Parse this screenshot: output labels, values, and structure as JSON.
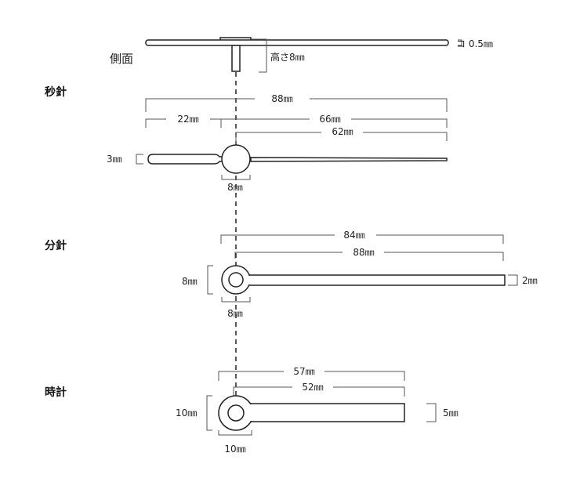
{
  "side_view": {
    "label": "側面",
    "height": "高さ8㎜",
    "thickness": "コ 0.5㎜"
  },
  "second_hand": {
    "label": "秒針",
    "total_length": "88㎜",
    "tail_length": "22㎜",
    "front_length": "66㎜",
    "center_to_tip": "62㎜",
    "tail_width": "3㎜",
    "hub_diameter": "8㎜"
  },
  "minute_hand": {
    "label": "分針",
    "total_length": "84㎜",
    "center_to_tip": "88㎜",
    "hub_height": "8㎜",
    "hub_width": "8㎜",
    "blade_width": "2㎜"
  },
  "hour_hand": {
    "label": "時計",
    "total_length": "57㎜",
    "center_to_tip": "52㎜",
    "hub_height": "10㎜",
    "hub_width": "10㎜",
    "blade_width": "5㎜"
  }
}
